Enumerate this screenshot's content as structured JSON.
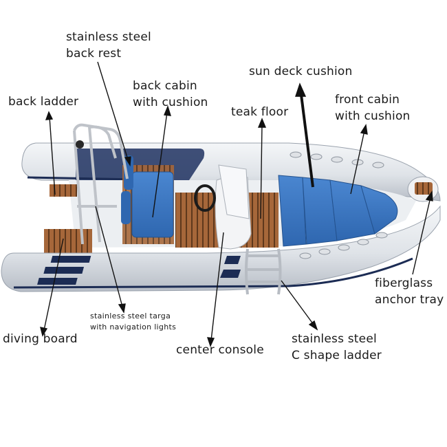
{
  "labels": {
    "stainless_back_rest": [
      "stainless steel",
      "back rest"
    ],
    "back_ladder": "back ladder",
    "back_cabin": [
      "back cabin",
      "with cushion"
    ],
    "sun_deck_cushion": "sun deck cushion",
    "teak_floor": "teak floor",
    "front_cabin": [
      "front cabin",
      "with cushion"
    ],
    "fiberglass_anchor_tray": [
      "fiberglass",
      "anchor tray"
    ],
    "stainless_targa": [
      "stainless steel targa",
      "with navigation lights"
    ],
    "diving_board": "diving board",
    "center_console": "center console",
    "c_shape_ladder": [
      "stainless steel",
      "C shape ladder"
    ]
  },
  "colors": {
    "hull": "#e3e6ea",
    "hull_shadow": "#b9bfc7",
    "cushion": "#3f78c2",
    "cushion_dark": "#2b5b9a",
    "teak": "#a8693a",
    "navy_stripe": "#1c2c54",
    "steel": "#c9ccd1"
  }
}
